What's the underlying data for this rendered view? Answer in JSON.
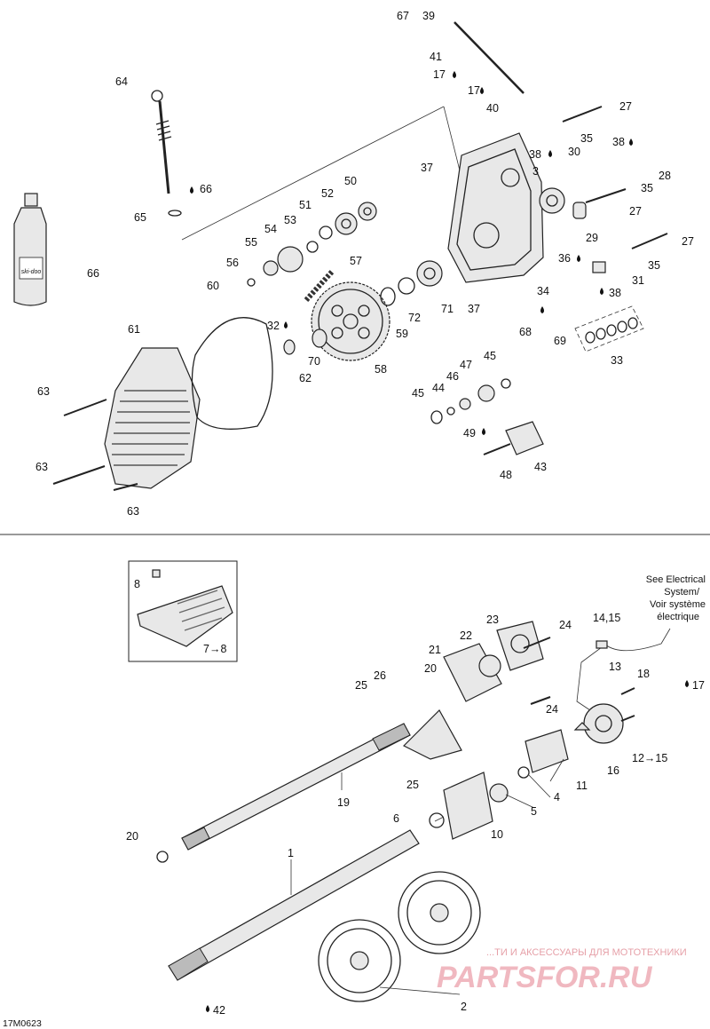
{
  "diagram_id": "17M0623",
  "note_lines": [
    "See Electrical",
    "System/",
    "Voir système",
    "électrique"
  ],
  "watermark": {
    "line1": "...ТИ И АКСЕССУАРЫ ДЛЯ МОТОТЕХНИКИ",
    "line2": "PARTSFOR.RU"
  },
  "bottle_text": "ski-doo",
  "arrow_labels": {
    "a": "7→8",
    "b": "12→15"
  },
  "labels": {
    "l39": "39",
    "l67": "67",
    "l41": "41",
    "l17a": "17",
    "l17b": "17",
    "l40": "40",
    "l27a": "27",
    "l35a": "35",
    "l30": "30",
    "l38a": "38",
    "l38b": "38",
    "l28": "28",
    "l35b": "35",
    "l3": "3",
    "l37a": "37",
    "l27b": "27",
    "l29": "29",
    "l27c": "27",
    "l64": "64",
    "l66a": "66",
    "l65": "65",
    "l66b": "66",
    "l50": "50",
    "l52": "52",
    "l51": "51",
    "l53": "53",
    "l54": "54",
    "l55": "55",
    "l56": "56",
    "l57": "57",
    "l60": "60",
    "l36": "36",
    "l35c": "35",
    "l31": "31",
    "l38c": "38",
    "l34": "34",
    "l71": "71",
    "l72": "72",
    "l59": "59",
    "l37b": "37",
    "l68": "68",
    "l69": "69",
    "l33": "33",
    "l32": "32",
    "l61": "61",
    "l70": "70",
    "l58": "58",
    "l62": "62",
    "l47": "47",
    "l45a": "45",
    "l46": "46",
    "l44": "44",
    "l45b": "45",
    "l63a": "63",
    "l49": "49",
    "l43": "43",
    "l48": "48",
    "l63b": "63",
    "l63c": "63",
    "l8": "8",
    "l14": "14,15",
    "l23": "23",
    "l24a": "24",
    "l22": "22",
    "l21": "21",
    "l13": "13",
    "l26": "26",
    "l20a": "20",
    "l18": "18",
    "l17c": "17",
    "l25a": "25",
    "l24b": "24",
    "l16": "16",
    "l11": "11",
    "l25b": "25",
    "l4": "4",
    "l19": "19",
    "l5": "5",
    "l6": "6",
    "l10": "10",
    "l20b": "20",
    "l1": "1",
    "l2": "2",
    "l42": "42"
  }
}
